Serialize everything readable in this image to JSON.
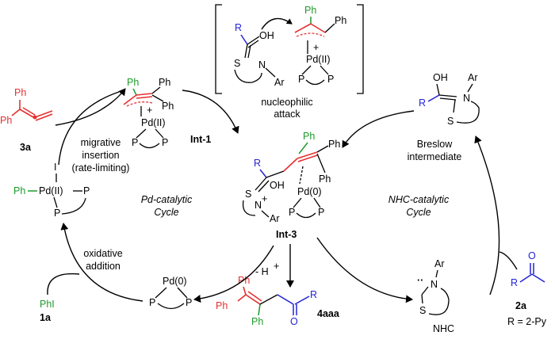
{
  "top_box": {
    "label": "nucleophilic attack",
    "label_line1": "nucleophilic",
    "label_line2": "attack",
    "enol": {
      "R": "R",
      "OH": "OH",
      "S": "S",
      "N": "N",
      "Ar": "Ar"
    },
    "allyl": {
      "Ph_top": "Ph",
      "Ph_right": "Ph",
      "plus": "+",
      "Pd": "Pd(II)",
      "P1": "P",
      "P2": "P"
    }
  },
  "compound_3a": {
    "label": "3a",
    "Ph1": "Ph",
    "Ph2": "Ph"
  },
  "int1": {
    "label": "Int-1",
    "Ph1": "Ph",
    "Ph2": "Ph",
    "Ph3": "Ph",
    "plus": "+",
    "Pd": "Pd(II)",
    "P1": "P",
    "P2": "P"
  },
  "step_migratory": {
    "line1": "migrative",
    "line2": "insertion",
    "line3": "(rate-limiting)"
  },
  "pd_complex_left": {
    "I": "I",
    "Ph": "Ph",
    "Pd": "Pd(II)",
    "P1": "P",
    "P2": "P"
  },
  "cycle_pd": {
    "line1": "Pd-catalytic",
    "line2": "Cycle"
  },
  "step_oxidative": {
    "line1": "oxidative",
    "line2": "addition"
  },
  "compound_1a": {
    "formula": "PhI",
    "label": "1a"
  },
  "pd0": {
    "Pd": "Pd(0)",
    "P1": "P",
    "P2": "P"
  },
  "int3": {
    "label": "Int-3",
    "R": "R",
    "OH": "OH",
    "S": "S",
    "N": "N",
    "Ar": "Ar",
    "plus": "+",
    "Ph1": "Ph",
    "Ph2": "Ph",
    "Ph3": "Ph",
    "Pd": "Pd(0)",
    "P1": "P",
    "P2": "P"
  },
  "deprotonation": {
    "text": "- H",
    "sup": "+"
  },
  "product_4aaa": {
    "label": "4aaa",
    "Ph1": "Ph",
    "Ph2": "Ph",
    "Ph3": "Ph",
    "R": "R",
    "O": "O"
  },
  "breslow": {
    "line1": "Breslow",
    "line2": "intermediate",
    "OH": "OH",
    "R": "R",
    "N": "N",
    "Ar": "Ar",
    "S": "S"
  },
  "cycle_nhc": {
    "line1": "NHC-catalytic",
    "line2": "Cycle"
  },
  "nhc": {
    "label": "NHC",
    "Ar": "Ar",
    "N": "N",
    "S": "S",
    "dots": "··"
  },
  "compound_2a": {
    "label": "2a",
    "R": "R",
    "O": "O",
    "note": "R = 2-Py"
  }
}
